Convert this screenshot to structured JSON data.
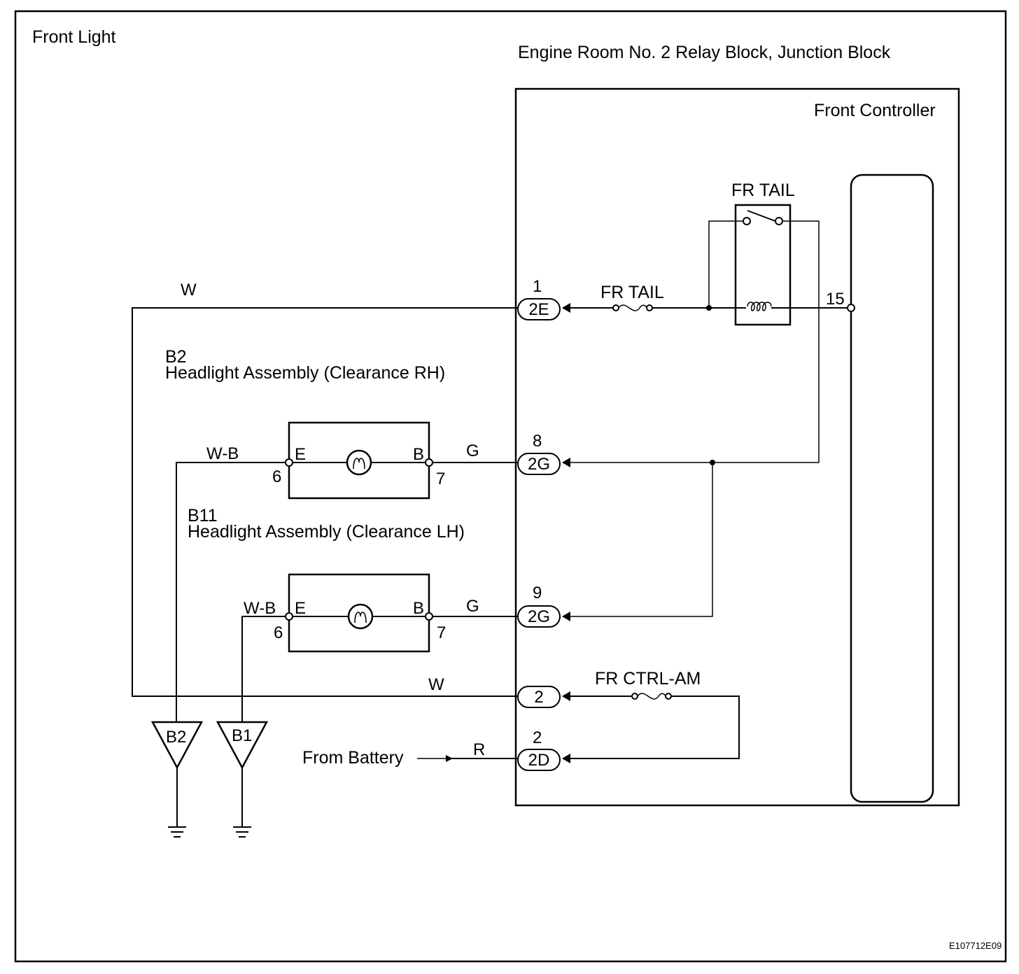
{
  "title": "Front Light",
  "block_title": "Engine Room No. 2 Relay Block, Junction Block",
  "controller_label": "Front Controller",
  "relay": {
    "name": "FR TAIL",
    "terminal": "15"
  },
  "fuses": {
    "fr_tail": "FR TAIL",
    "fr_ctrl_am": "FR CTRL-AM"
  },
  "connectors": {
    "c_2e": {
      "code": "2E",
      "pin": "1"
    },
    "c_2g8": {
      "code": "2G",
      "pin": "8"
    },
    "c_2g9": {
      "code": "2G",
      "pin": "9"
    },
    "c_2": {
      "code": "2",
      "pin": ""
    },
    "c_2d": {
      "code": "2D",
      "pin": "2"
    }
  },
  "wires": {
    "top_w": "W",
    "bottom_w": "W",
    "rh_ground": "W-B",
    "lh_ground": "W-B",
    "rh_feed": "G",
    "lh_feed": "G",
    "battery": "R"
  },
  "headlight_rh": {
    "code": "B2",
    "name": "Headlight Assembly (Clearance RH)",
    "pin_e": "E",
    "pin_b": "B",
    "pin_e_num": "6",
    "pin_b_num": "7"
  },
  "headlight_lh": {
    "code": "B11",
    "name": "Headlight Assembly (Clearance LH)",
    "pin_e": "E",
    "pin_b": "B",
    "pin_e_num": "6",
    "pin_b_num": "7"
  },
  "grounds": [
    "B2",
    "B1"
  ],
  "from_battery": "From Battery",
  "figure_code": "E107712E09"
}
